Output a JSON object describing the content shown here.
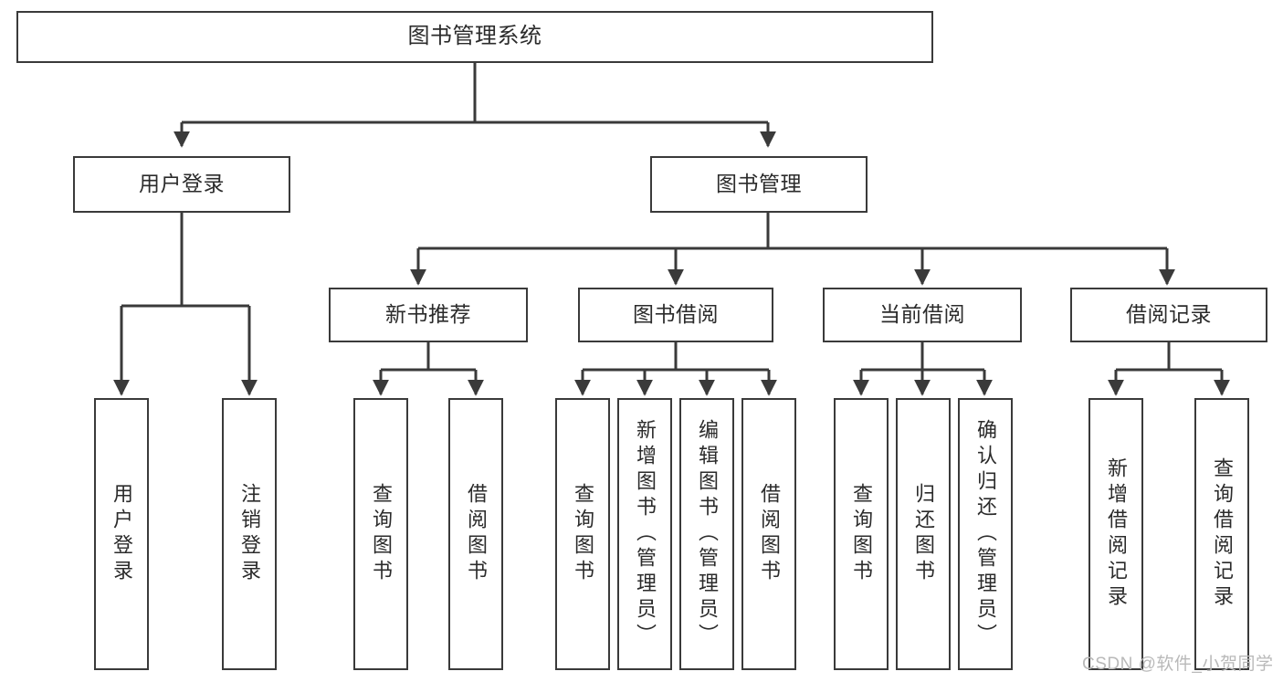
{
  "diagram": {
    "title": "图书管理系统",
    "type": "tree-hierarchy-chart",
    "watermark": "CSDN @软件_小贺同学",
    "colors": {
      "stroke": "#3a3a3a",
      "text": "#2b2b2b",
      "background": "#ffffff",
      "watermark": "#b9b9b9"
    },
    "levels": {
      "root": {
        "label": "图书管理系统"
      },
      "level2": [
        {
          "label": "用户登录"
        },
        {
          "label": "图书管理"
        }
      ],
      "level3": [
        {
          "label": "新书推荐"
        },
        {
          "label": "图书借阅"
        },
        {
          "label": "当前借阅"
        },
        {
          "label": "借阅记录"
        }
      ]
    },
    "leaves": {
      "user_login": [
        {
          "label": "用户登录"
        },
        {
          "label": "注销登录"
        }
      ],
      "new_book_recommend": [
        {
          "label": "查询图书"
        },
        {
          "label": "借阅图书"
        }
      ],
      "book_borrow": [
        {
          "label": "查询图书"
        },
        {
          "label": "新增图书（管理员）"
        },
        {
          "label": "编辑图书（管理员）"
        },
        {
          "label": "借阅图书"
        }
      ],
      "current_borrow": [
        {
          "label": "查询图书"
        },
        {
          "label": "归还图书"
        },
        {
          "label": "确认归还（管理员）"
        }
      ],
      "borrow_record": [
        {
          "label": "新增借阅记录"
        },
        {
          "label": "查询借阅记录"
        }
      ]
    }
  }
}
